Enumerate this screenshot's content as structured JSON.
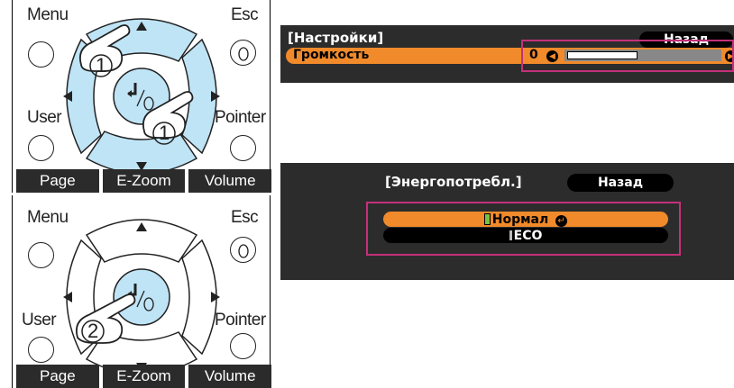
{
  "remote_top": {
    "menu": "Menu",
    "esc": "Esc",
    "user": "User",
    "pointer": "Pointer",
    "step_a": "1",
    "step_b": "1",
    "bar": [
      "Page",
      "E-Zoom",
      "Volume"
    ]
  },
  "remote_bottom": {
    "menu": "Menu",
    "esc": "Esc",
    "user": "User",
    "pointer": "Pointer",
    "step": "2",
    "bar": [
      "Page",
      "E-Zoom",
      "Volume"
    ]
  },
  "volume_osd": {
    "title": "[Настройки]",
    "back": "Назад",
    "item_label": "Громкость",
    "value": "0",
    "level": 0.0
  },
  "power_osd": {
    "title": "[Энергопотребл.]",
    "back": "Назад",
    "options": [
      "Нормал",
      "ECO"
    ],
    "selected": "Нормал"
  },
  "colors": {
    "highlight": "#c4307a",
    "selection": "#f08a2a",
    "osd_bg": "#2c2c2c"
  }
}
